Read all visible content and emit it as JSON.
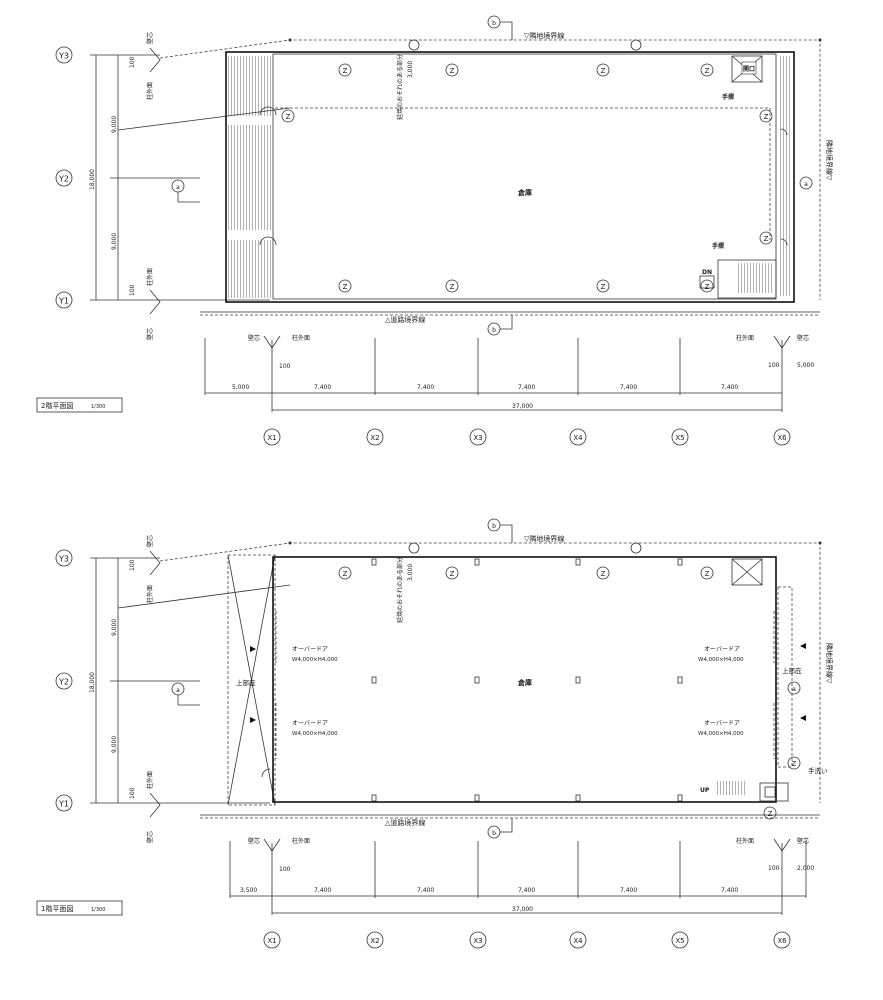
{
  "plans": [
    {
      "id": "floor2",
      "title": "2階平面図",
      "scale": "1/300",
      "room_label": "倉庫",
      "grid_x": [
        "X1",
        "X2",
        "X3",
        "X4",
        "X5",
        "X6"
      ],
      "grid_y": [
        "Y3",
        "Y2",
        "Y1"
      ],
      "dims_bottom": [
        "5,000",
        "7,400",
        "7,400",
        "7,400",
        "7,400",
        "7,400"
      ],
      "dim_total": "37,000",
      "dim_right": "5,000",
      "dims_left": [
        "100",
        "9,000",
        "9,000",
        "100"
      ],
      "dim_left_total": "18,000",
      "dim_small": "100",
      "label_kabeshin": "壁芯",
      "label_hashira": "柱外面",
      "label_hashira_vert": "柱外面",
      "label_kabeshin_vert": "壁芯",
      "label_road": "△道路境界線",
      "label_neighbor_top": "▽隣地境界線",
      "label_neighbor_right": "隣地境界線▽",
      "label_extended": "延焼のおそれのある部分",
      "label_ext_dim": "3,000",
      "label_handrail": "手摺",
      "label_handrail2": "手摺",
      "label_opening": "開口",
      "label_dn": "DN",
      "marker_z": "Z",
      "marker_a": "a",
      "marker_b": "b"
    },
    {
      "id": "floor1",
      "title": "1階平面図",
      "scale": "1/300",
      "room_label": "倉庫",
      "grid_x": [
        "X1",
        "X2",
        "X3",
        "X4",
        "X5",
        "X6"
      ],
      "grid_y": [
        "Y3",
        "Y2",
        "Y1"
      ],
      "dims_bottom": [
        "3,500",
        "7,400",
        "7,400",
        "7,400",
        "7,400",
        "7,400"
      ],
      "dim_total": "37,000",
      "dim_right": "2,000",
      "dims_left": [
        "100",
        "9,000",
        "9,000",
        "100"
      ],
      "dim_left_total": "18,000",
      "dim_small": "100",
      "label_kabeshin": "壁芯",
      "label_hashira": "柱外面",
      "label_hashira_vert": "柱外面",
      "label_kabeshin_vert": "壁芯",
      "label_road": "△道路境界線",
      "label_neighbor_top": "▽隣地境界線",
      "label_neighbor_right": "隣地境界線▽",
      "label_extended": "延焼のおそれのある部分",
      "label_ext_dim": "3,000",
      "label_over_door": "オーバードア",
      "label_door_size": "W4,000×H4,000",
      "label_jouhen": "上部庇",
      "label_jouhen2": "上部庇",
      "label_up": "UP",
      "label_tearai": "手洗い",
      "marker_z": "Z",
      "marker_a": "a",
      "marker_b": "b"
    }
  ]
}
